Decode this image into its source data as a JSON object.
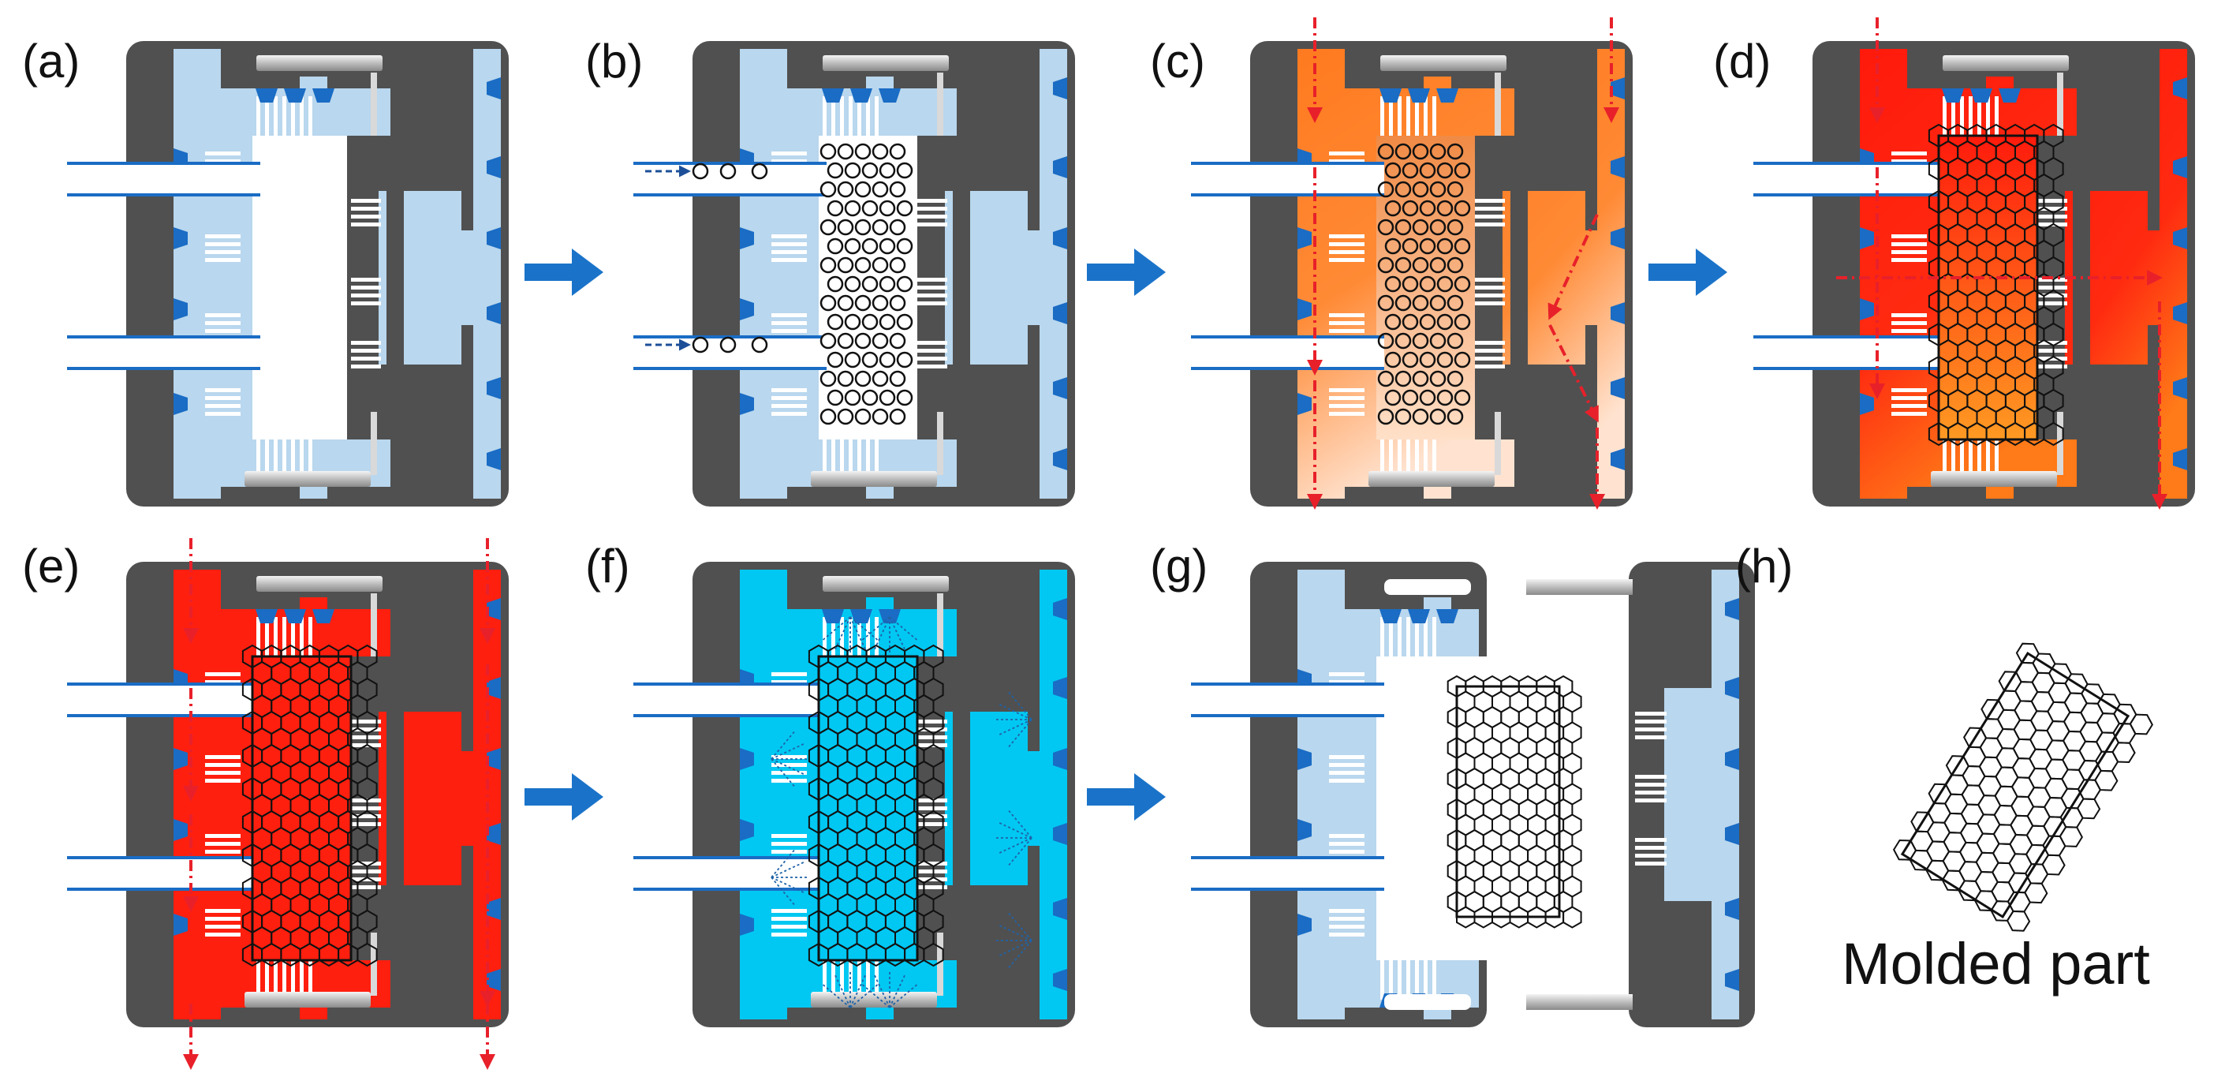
{
  "figure": {
    "panel_labels": [
      "(a)",
      "(b)",
      "(c)",
      "(d)",
      "(e)",
      "(f)",
      "(g)",
      "(h)"
    ],
    "caption_h": "Molded part"
  },
  "colors": {
    "mold_body": "#505050",
    "mold_light": "#b9d7ee",
    "tooth": "#1a6cc4",
    "channel_stripe": "#ffffff",
    "process_arrow": "#1a73c9",
    "bead_fill": "#ffffff",
    "bead_stroke": "#111111",
    "heating_start": "#ff7a1f",
    "heating_end": "#ffd9c0",
    "steam_red": "#ff1f0f",
    "steam_orange": "#ff6a10",
    "flow_arrow": "#e8202a",
    "cooling_cyan": "#00c8f2",
    "rod": "#d9d9d9",
    "honeycomb_stroke": "#111111"
  },
  "panels": [
    {
      "id": "a",
      "state": "empty mold, closed",
      "fill": "mold_light",
      "beads": "none",
      "arrows": "none"
    },
    {
      "id": "b",
      "state": "bead filling",
      "fill": "mold_light",
      "beads": "loose",
      "arrows": "dashed blue feed arrows"
    },
    {
      "id": "c",
      "state": "cross steaming",
      "fill": "heating gradient",
      "beads": "loose, orange tint",
      "arrows": "dash-dot red flow arrows"
    },
    {
      "id": "d",
      "state": "autoclave steaming",
      "fill": "red to orange",
      "beads": "fused, graded",
      "arrows": "dash-dot red flow arrows"
    },
    {
      "id": "e",
      "state": "autoclave steaming, fused",
      "fill": "steam_red",
      "beads": "fused, red",
      "arrows": "dash-dot red flow arrows"
    },
    {
      "id": "f",
      "state": "cooling",
      "fill": "cooling_cyan",
      "beads": "fused",
      "arrows": "dotted radial lines"
    },
    {
      "id": "g",
      "state": "mold opened, part ejected",
      "fill": "mold_light",
      "beads": "fused part",
      "arrows": "none"
    },
    {
      "id": "h",
      "state": "molded part",
      "fill": "white",
      "beads": "fused part, rotated",
      "arrows": "none"
    }
  ]
}
